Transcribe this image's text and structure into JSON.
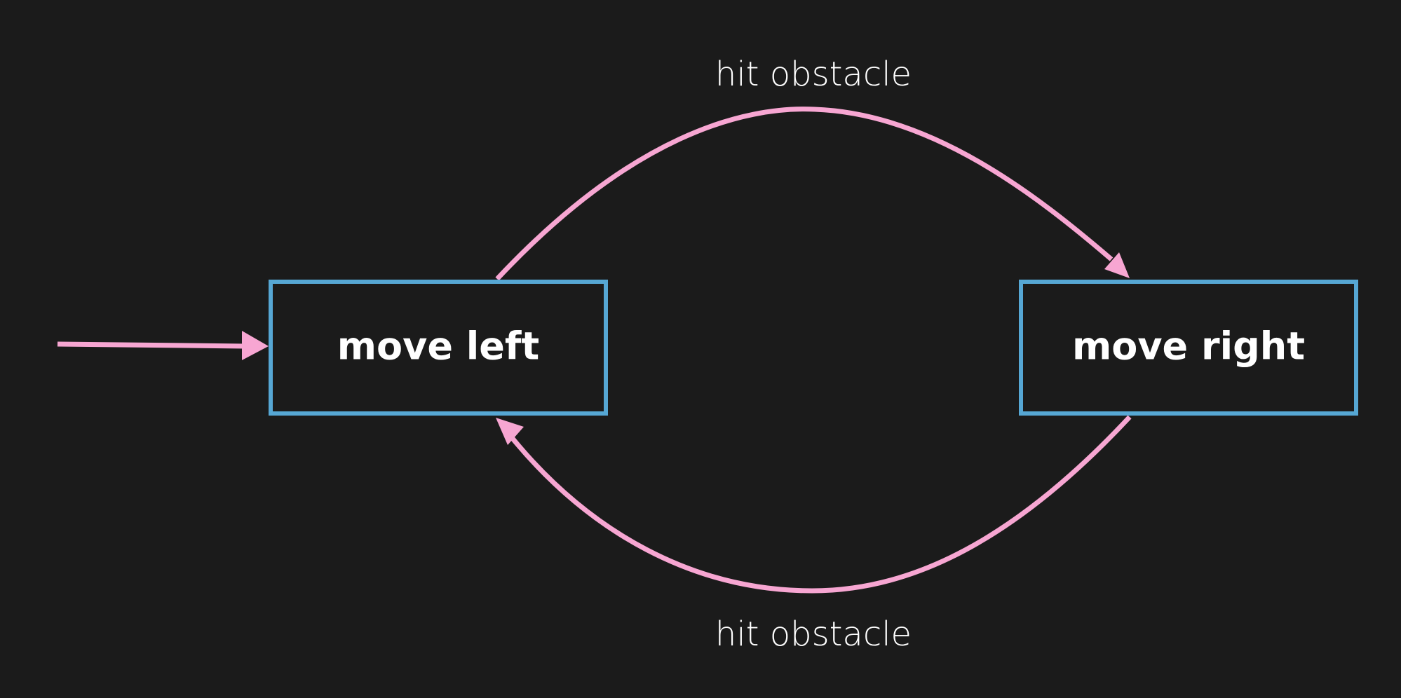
{
  "colors": {
    "background": "#1b1b1b",
    "state_border": "#56a7d4",
    "transition": "#f7a6d2",
    "text": "#ffffff"
  },
  "states": {
    "left": {
      "label": "move left"
    },
    "right": {
      "label": "move right"
    }
  },
  "transitions": {
    "initial": {
      "to": "move left"
    },
    "top": {
      "from": "move left",
      "to": "move right",
      "label": "hit obstacle"
    },
    "bottom": {
      "from": "move right",
      "to": "move left",
      "label": "hit obstacle"
    }
  }
}
